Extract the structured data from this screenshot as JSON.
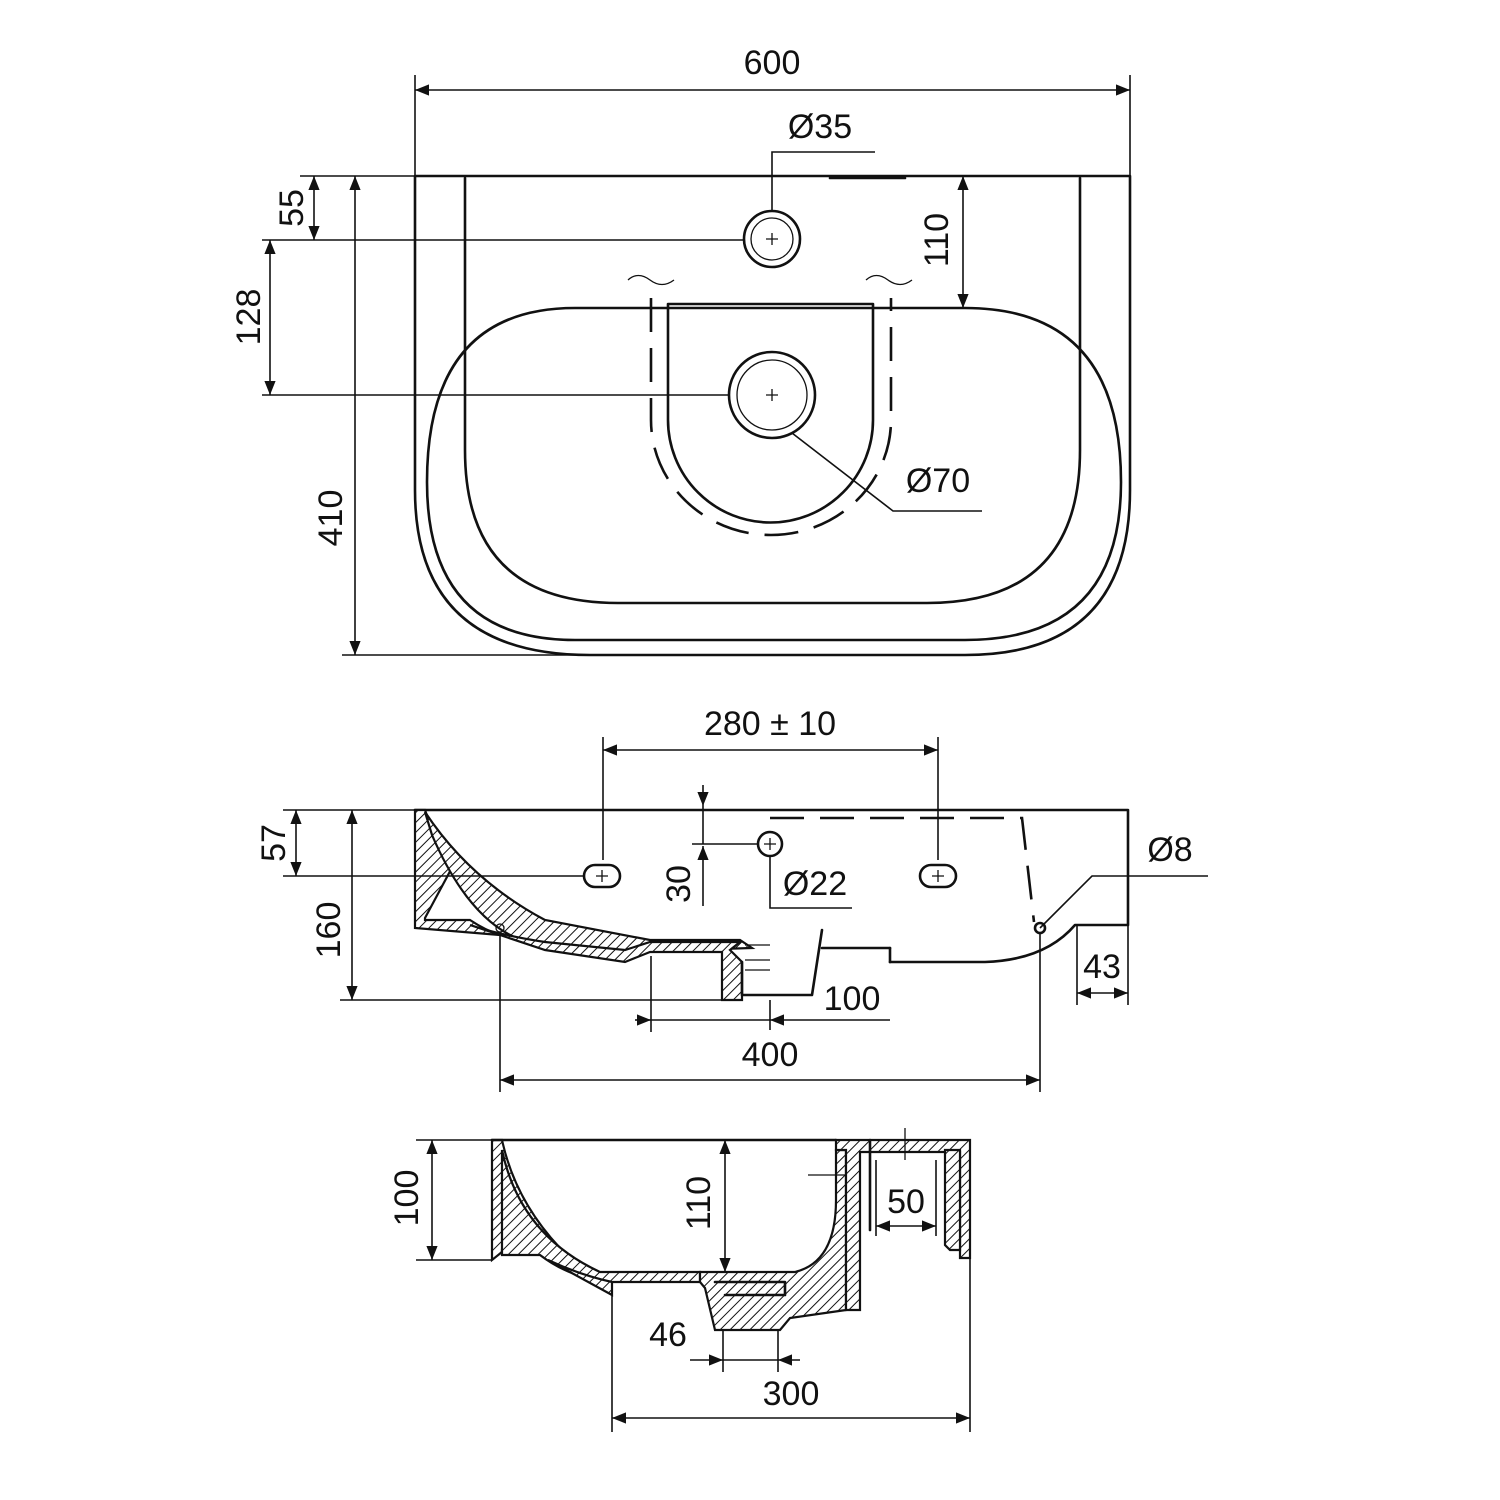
{
  "dimensions": {
    "top_width": "600",
    "tap_hole_diameter": "Ø35",
    "tap_hole_offset": "55",
    "tap_to_drain": "128",
    "total_depth": "410",
    "rim_to_bowl": "110",
    "drain_diameter": "Ø70",
    "bracket_spacing": "280 ± 10",
    "rim_height": "57",
    "overflow_height": "30",
    "overflow_diameter": "Ø22",
    "fixing_hole_diameter": "Ø8",
    "total_height": "160",
    "back_offset": "43",
    "drain_offset": "100",
    "bowl_length": "400",
    "section_height": "100",
    "bowl_depth": "110",
    "wall_thickness": "50",
    "outlet_width": "46",
    "section_width": "300"
  },
  "colors": {
    "line": "#111111",
    "background": "#ffffff"
  }
}
